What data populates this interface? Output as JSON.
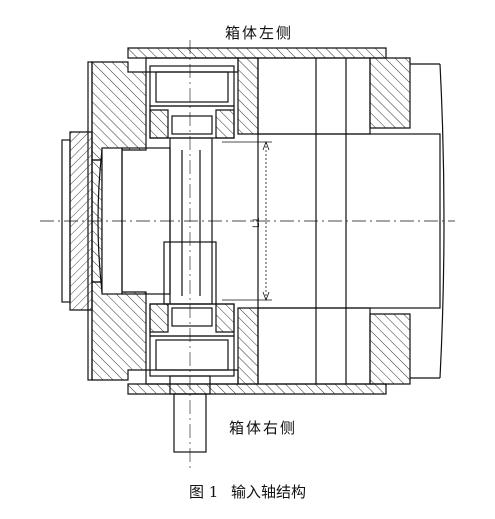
{
  "labels": {
    "top": "箱体左侧",
    "bottom": "箱体右侧",
    "dimension": "L1"
  },
  "caption": {
    "number": "图 1",
    "title": "输入轴结构"
  },
  "colors": {
    "line": "#111111",
    "hatch": "#333333",
    "background": "#ffffff"
  }
}
